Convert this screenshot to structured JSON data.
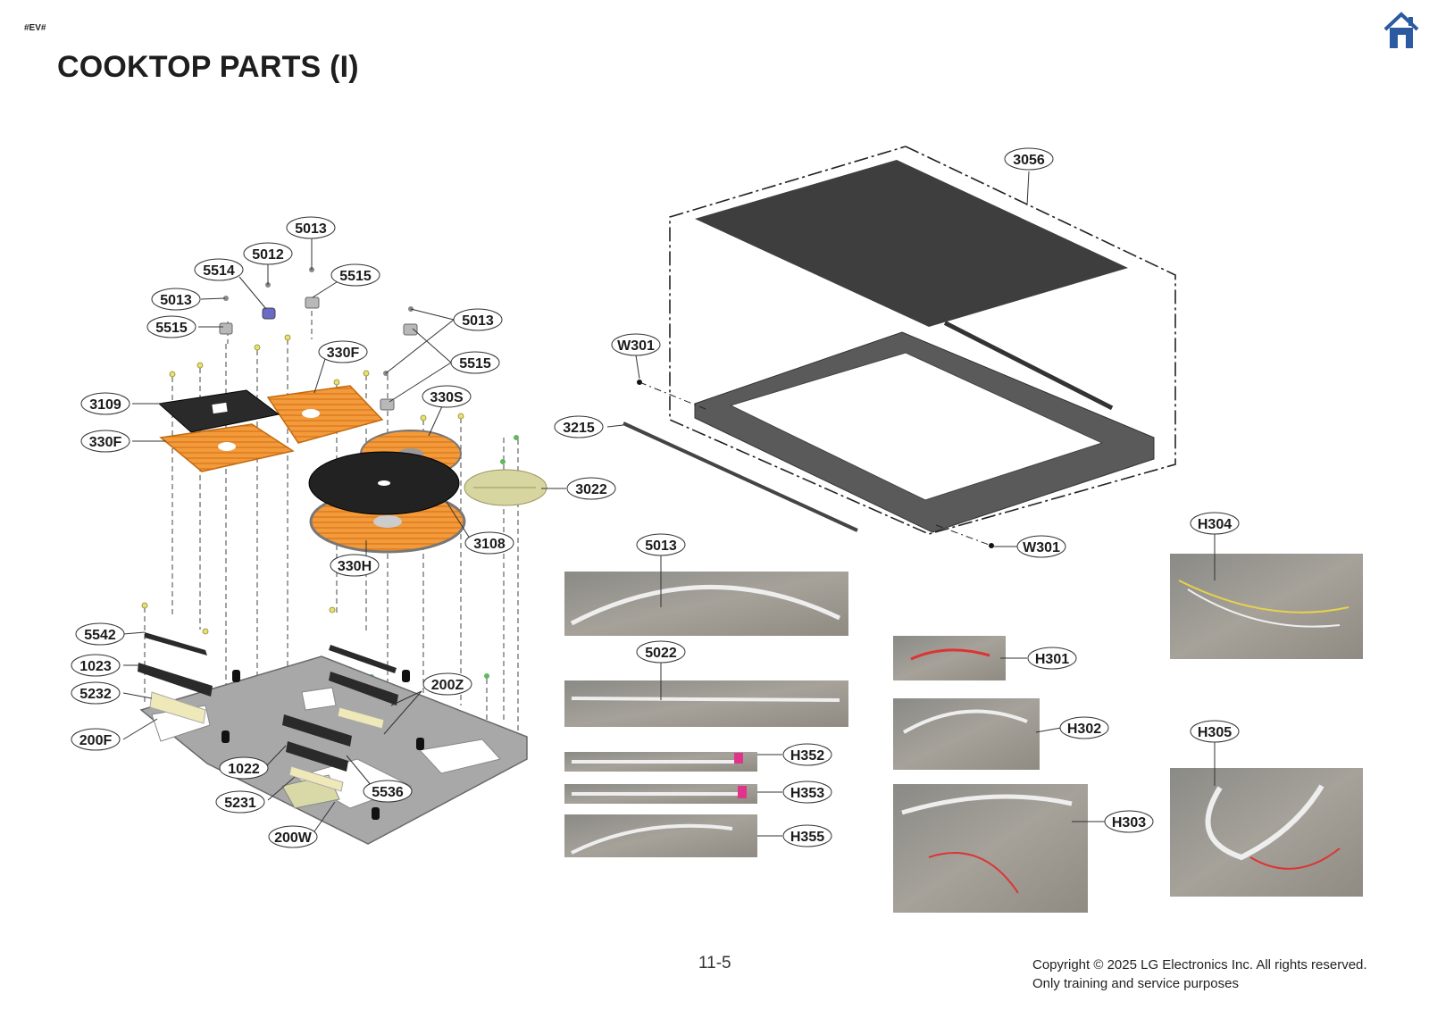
{
  "page": {
    "tag": "#EV#",
    "title": "COOKTOP PARTS (I)",
    "page_number": "11-5",
    "copyright_line1": "Copyright © 2025 LG Electronics Inc. All rights reserved.",
    "copyright_line2": "Only training and service purposes",
    "home_icon": "house-icon",
    "accent_color": "#2c5aa0"
  },
  "callouts": {
    "c5013a": "5013",
    "c5012": "5012",
    "c5514": "5514",
    "c5515a": "5515",
    "c5013b": "5013",
    "c5515b": "5515",
    "c5013c": "5013",
    "c330Fa": "330F",
    "c5515c": "5515",
    "c3109": "3109",
    "c330S": "330S",
    "c330Fb": "330F",
    "c3022": "3022",
    "c3108": "3108",
    "c330H": "330H",
    "c5542": "5542",
    "c1023": "1023",
    "c5232": "5232",
    "c200Z": "200Z",
    "c200F": "200F",
    "c1022": "1022",
    "c5536": "5536",
    "c5231": "5231",
    "c200W": "200W",
    "c3056": "3056",
    "cW301a": "W301",
    "c3215": "3215",
    "cW301b": "W301",
    "c5013d": "5013",
    "c5022": "5022",
    "cH352": "H352",
    "cH353": "H353",
    "cH355": "H355",
    "cH301": "H301",
    "cH302": "H302",
    "cH303": "H303",
    "cH304": "H304",
    "cH305": "H305"
  }
}
